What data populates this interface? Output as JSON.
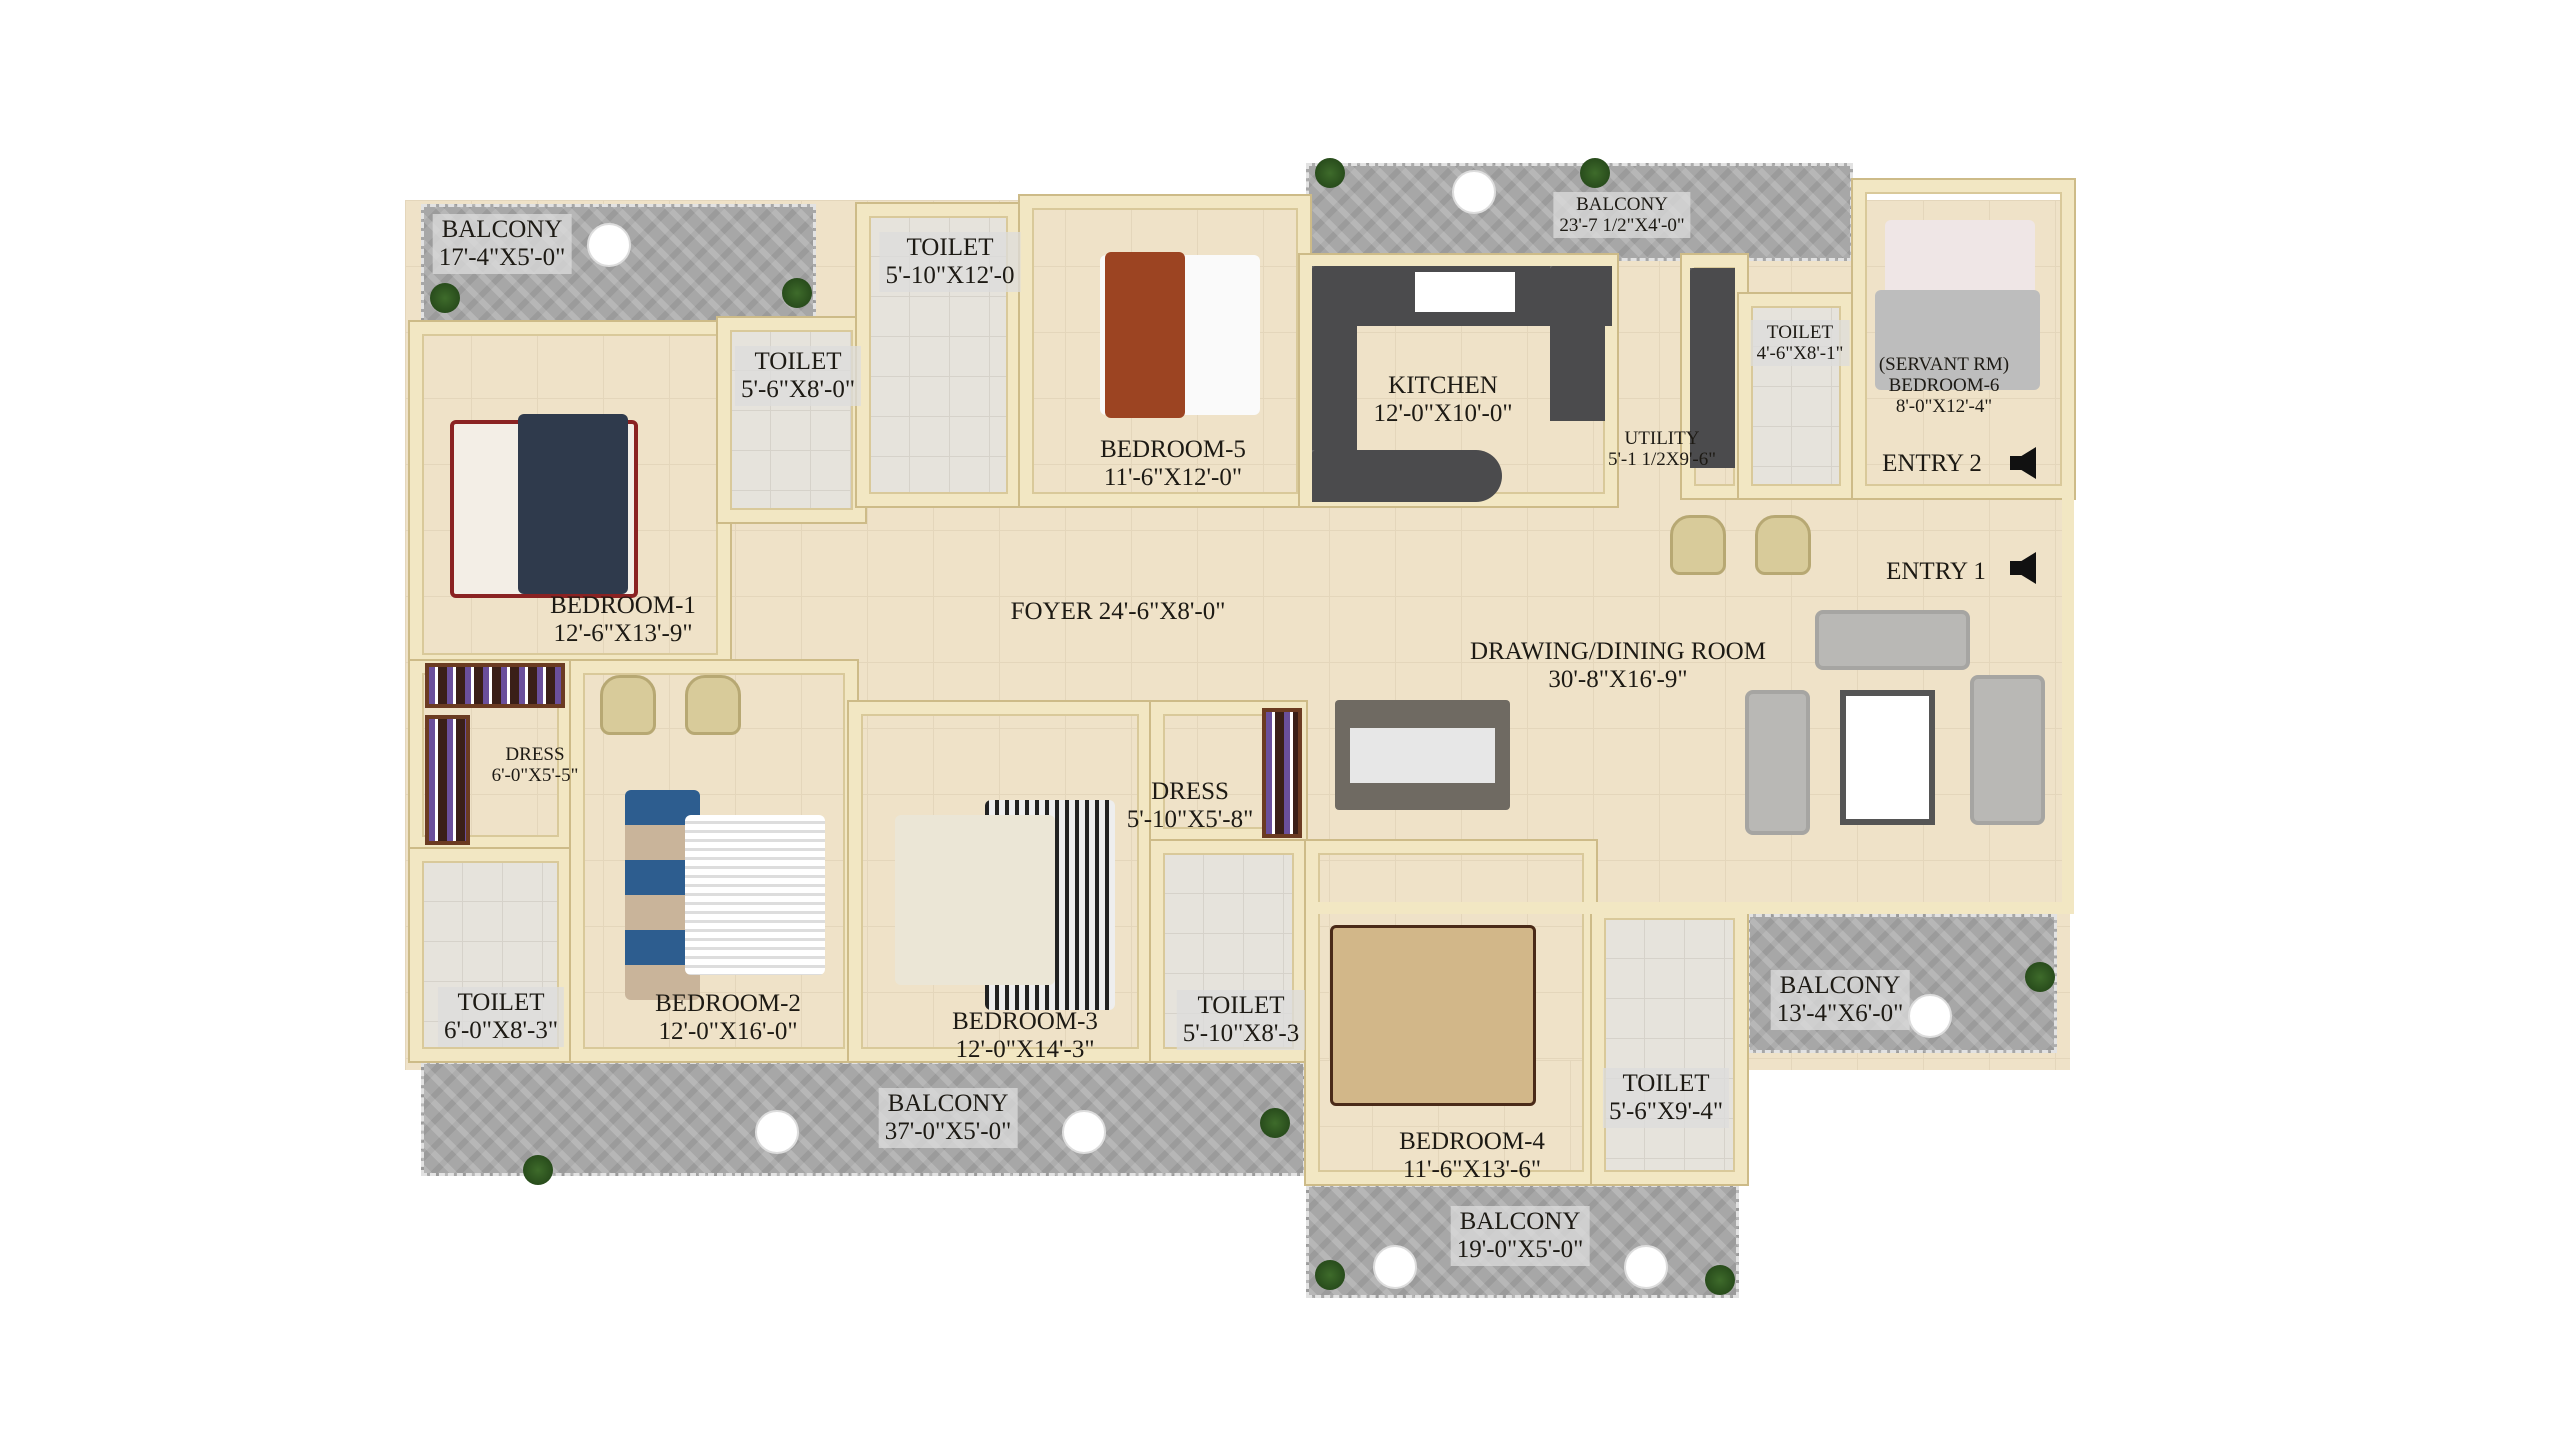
{
  "rooms": {
    "balcony_nw": {
      "name": "BALCONY",
      "size": "17'-4\"X5'-0\""
    },
    "toilet_b1": {
      "name": "TOILET",
      "size": "5'-6\"X8'-0\""
    },
    "toilet_b5": {
      "name": "TOILET",
      "size": "5'-10\"X12'-0"
    },
    "bedroom5": {
      "name": "BEDROOM-5",
      "size": "11'-6\"X12'-0\""
    },
    "bedroom1": {
      "name": "BEDROOM-1",
      "size": "12'-6\"X13'-9\""
    },
    "balcony_n": {
      "name": "BALCONY",
      "size": "23'-7 1/2\"X4'-0\""
    },
    "kitchen": {
      "name": "KITCHEN",
      "size": "12'-0\"X10'-0\""
    },
    "utility": {
      "name": "UTILITY",
      "size": "5'-1 1/2X9'-6\""
    },
    "toilet_b6": {
      "name": "TOILET",
      "size": "4'-6\"X8'-1\""
    },
    "bedroom6": {
      "name": "(SERVANT RM)",
      "name2": "BEDROOM-6",
      "size": "8'-0\"X12'-4\""
    },
    "foyer": {
      "name": "FOYER 24'-6\"X8'-0\""
    },
    "drawing": {
      "name": "DRAWING/DINING ROOM",
      "size": "30'-8\"X16'-9\""
    },
    "dress_b2": {
      "name": "DRESS",
      "size": "6'-0\"X5'-5\""
    },
    "toilet_b2": {
      "name": "TOILET",
      "size": "6'-0\"X8'-3\""
    },
    "bedroom2": {
      "name": "BEDROOM-2",
      "size": "12'-0\"X16'-0\""
    },
    "bedroom3": {
      "name": "BEDROOM-3",
      "size": "12'-0\"X14'-3\""
    },
    "dress_b3": {
      "name": "DRESS",
      "size": "5'-10\"X5'-8\""
    },
    "toilet_b3": {
      "name": "TOILET",
      "size": "5'-10\"X8'-3"
    },
    "balcony_s": {
      "name": "BALCONY",
      "size": "37'-0\"X5'-0\""
    },
    "bedroom4": {
      "name": "BEDROOM-4",
      "size": "11'-6\"X13'-6\""
    },
    "toilet_b4": {
      "name": "TOILET",
      "size": "5'-6\"X9'-4\""
    },
    "balcony_e": {
      "name": "BALCONY",
      "size": "13'-4\"X6'-0\""
    },
    "balcony_se": {
      "name": "BALCONY",
      "size": "19'-0\"X5'-0\""
    }
  },
  "entries": {
    "entry1": "ENTRY 1",
    "entry2": "ENTRY 2"
  },
  "colors": {
    "wall": "#f2e7c3",
    "floor": "#efe2c8",
    "balcony": "#a7a7a7",
    "counter": "#4b4b4d"
  }
}
